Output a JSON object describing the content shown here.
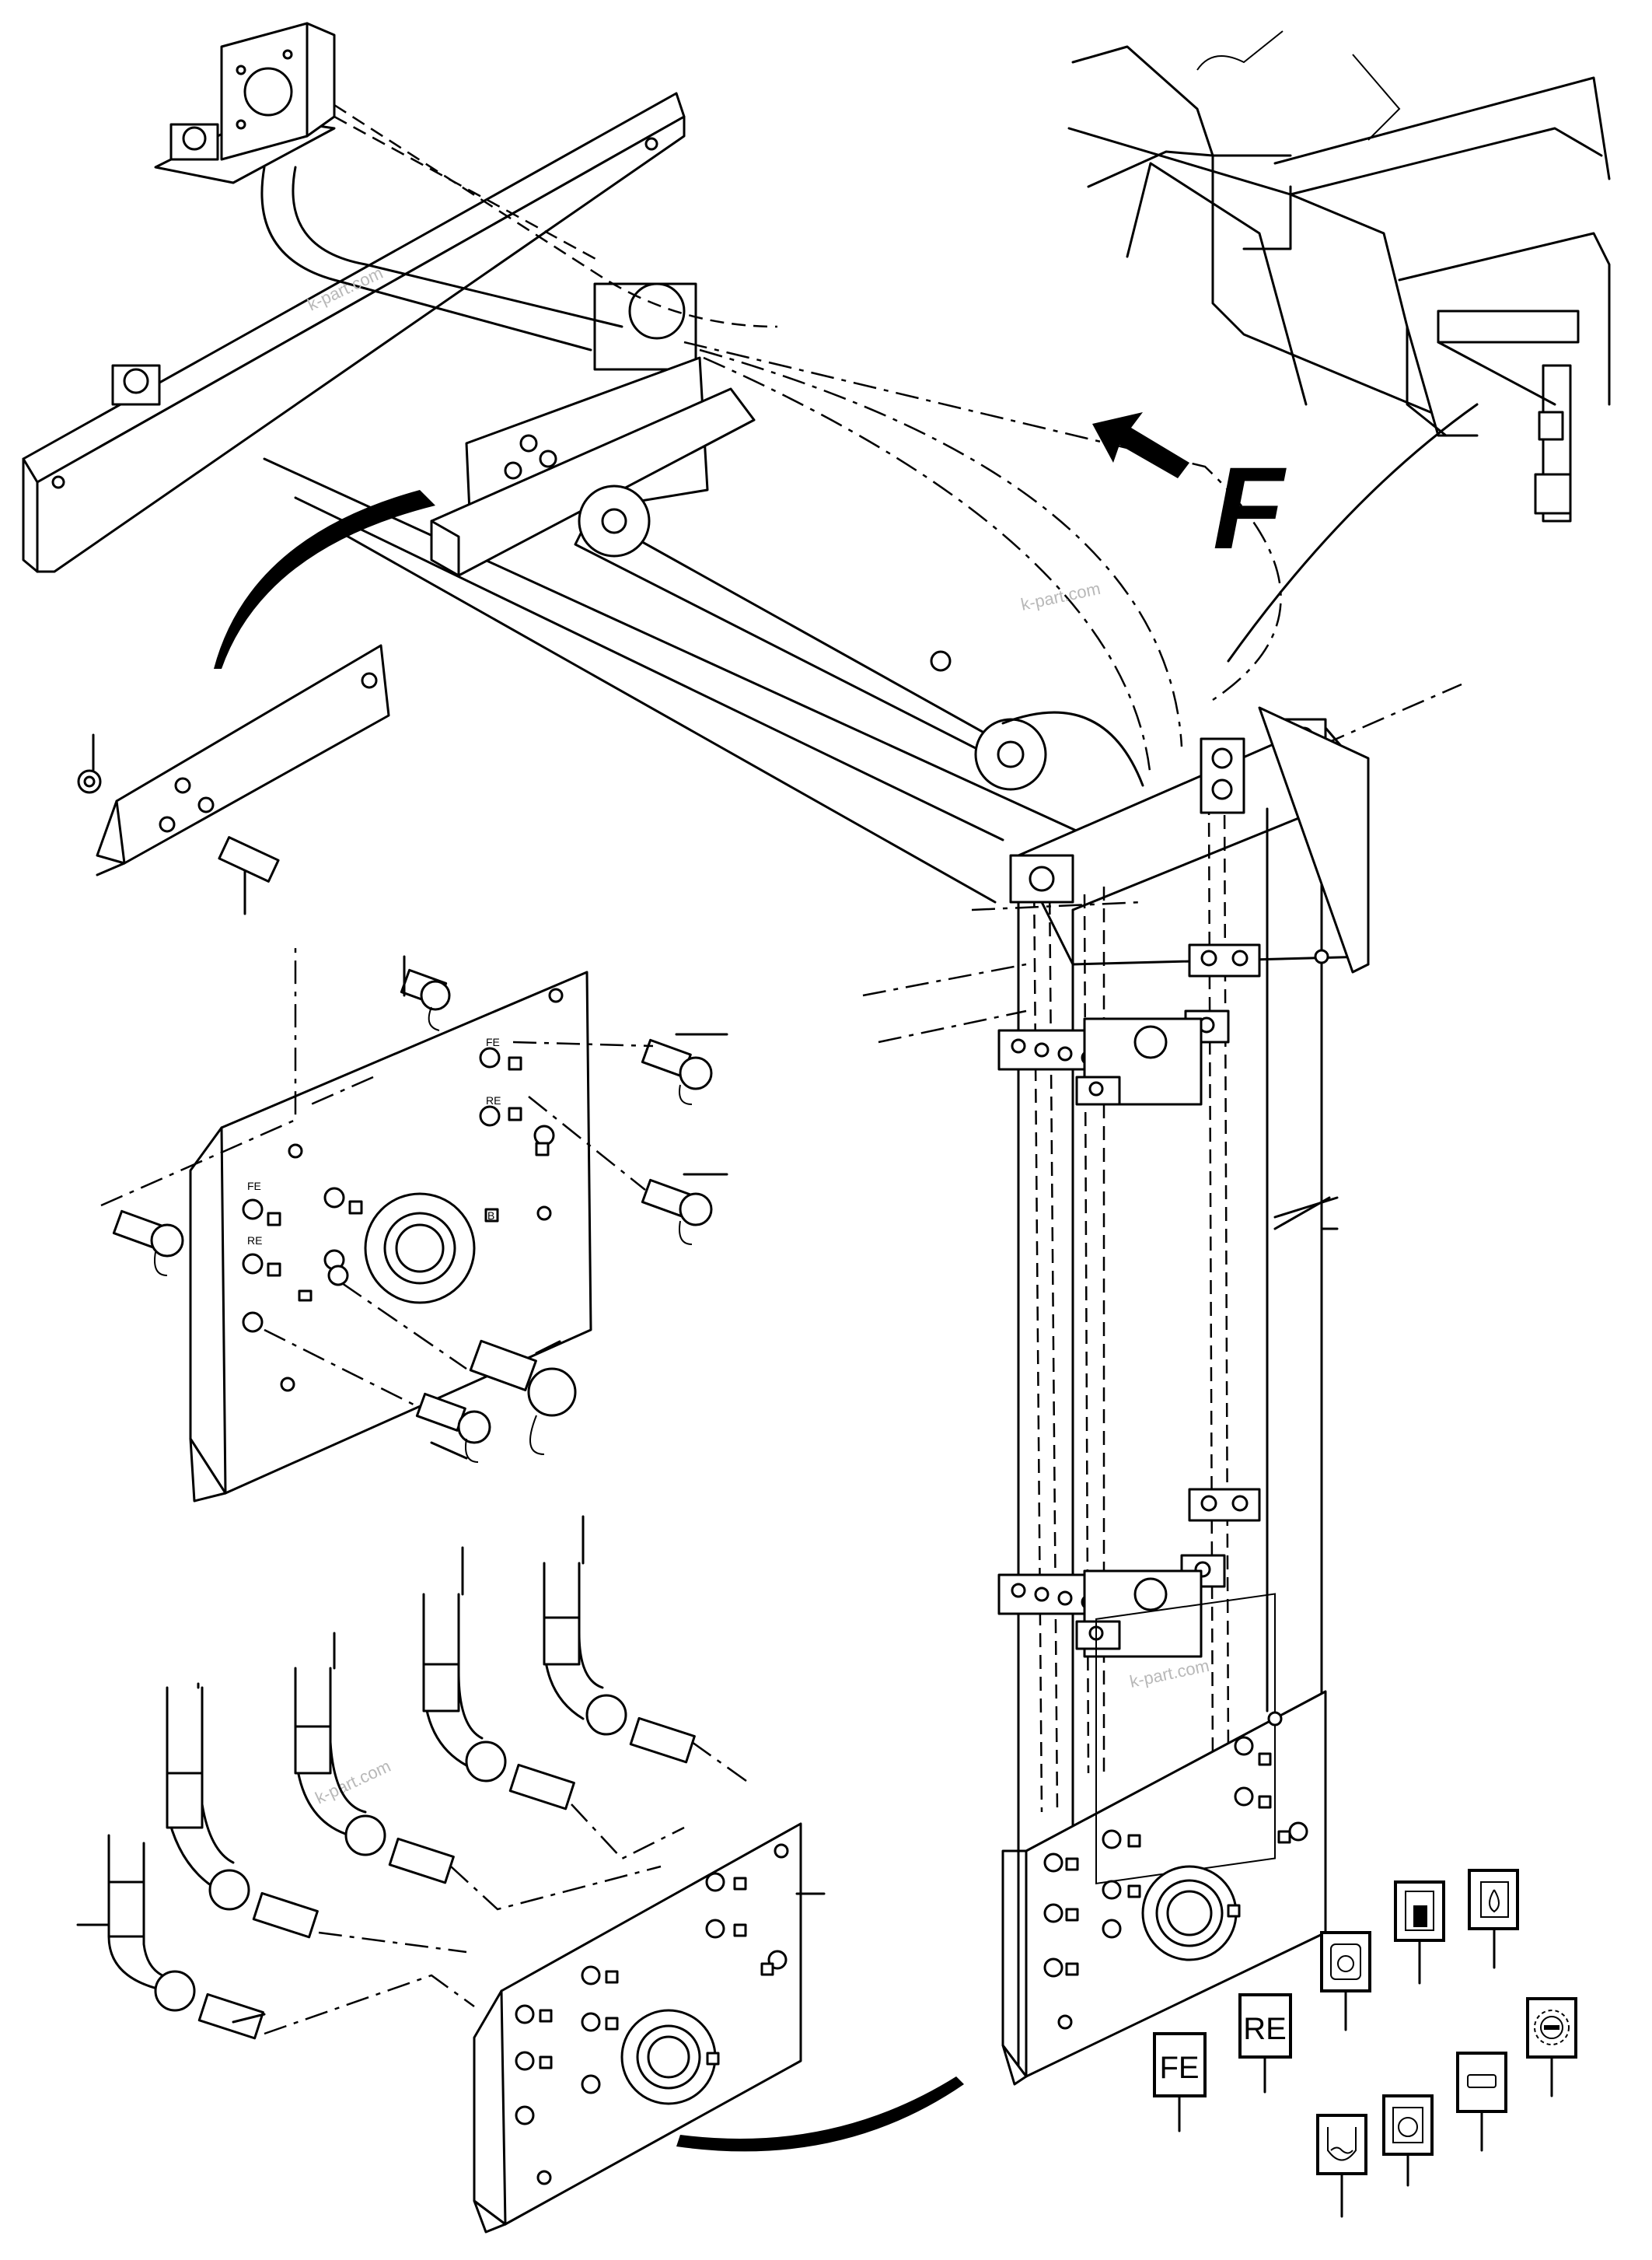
{
  "watermark": "k-part.com",
  "view_marker": "F",
  "label_fe": "FE",
  "label_re": "RE",
  "panel_tags": {
    "fe": "FE",
    "re": "RE",
    "b": "B"
  },
  "symbol_icons": [
    "fuel-filter-symbol",
    "fuel-level-symbol",
    "oil-drop-symbol",
    "coolant-symbol",
    "oil-can-symbol",
    "battery-symbol",
    "gear-symbol"
  ]
}
